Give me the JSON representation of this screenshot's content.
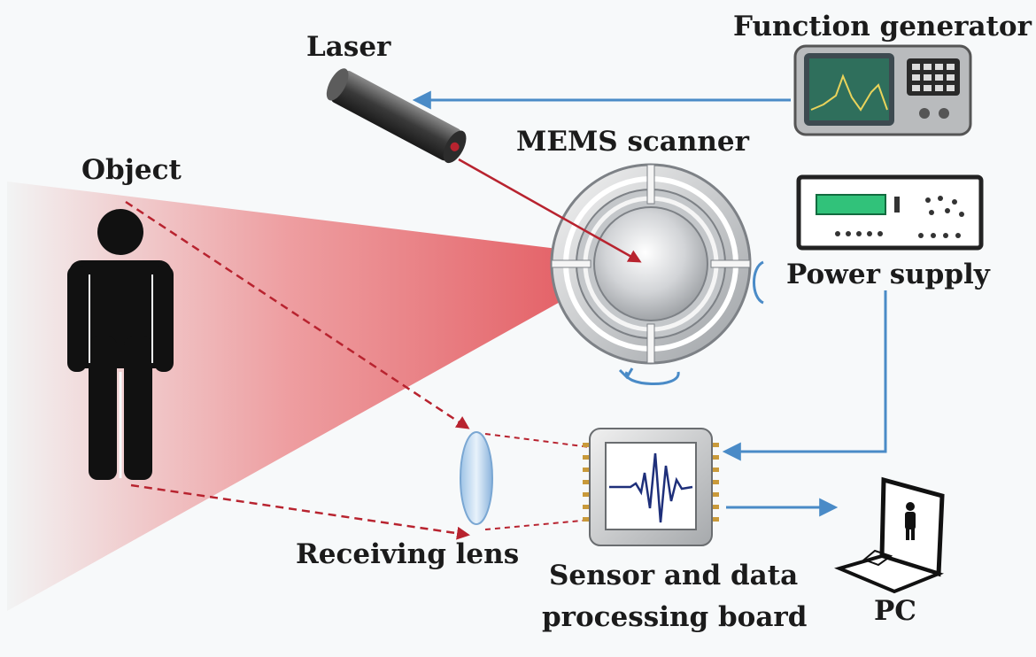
{
  "labels": {
    "function_generator": "Function generator",
    "laser": "Laser",
    "mems_scanner": "MEMS scanner",
    "object": "Object",
    "power_supply": "Power supply",
    "receiving_lens": "Receiving lens",
    "sensor_board_line1": "Sensor and data",
    "sensor_board_line2": "processing board",
    "pc": "PC"
  },
  "colors": {
    "laser_beam": "#b8232f",
    "signal_arrow": "#4a8bc7",
    "person": "#111111",
    "waveform": "#1e2f7a",
    "fov_cone": "#e0484f"
  },
  "icons": [
    "laser-icon",
    "function-generator-icon",
    "mems-scanner-icon",
    "power-supply-icon",
    "person-icon",
    "receiving-lens-icon",
    "sensor-board-icon",
    "laptop-icon",
    "rotation-arrow-icon"
  ]
}
